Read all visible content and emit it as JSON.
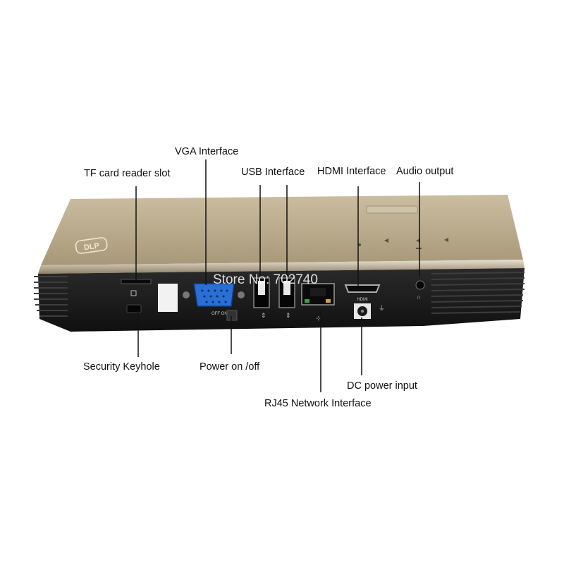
{
  "labels": {
    "vga": "VGA Interface",
    "tf_card": "TF card reader slot",
    "usb": "USB Interface",
    "hdmi": "HDMI Interface",
    "audio": "Audio output",
    "security": "Security Keyhole",
    "power_switch": "Power on /off",
    "dc_power": "DC power input",
    "rj45": "RJ45 Network Interface"
  },
  "device_markings": {
    "brand_logo": "DLP",
    "power_switch": "OFF ON",
    "hdmi_port": "HDMI"
  },
  "watermark": "Store No: 702740",
  "colors": {
    "top_panel": "#b9a98c",
    "body": "#1c1c1c",
    "vga_port": "#2a6fd6",
    "label_sticker": "#f2f2f2"
  }
}
